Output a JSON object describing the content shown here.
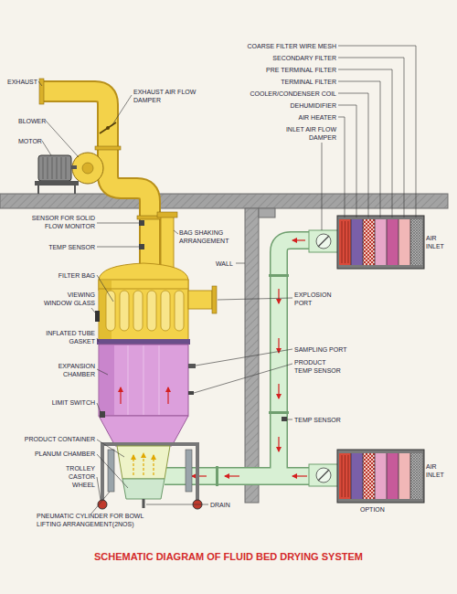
{
  "diagram": {
    "title": "SCHEMATIC DIAGRAM OF FLUID BED DRYING SYSTEM",
    "labels": [
      "COARSE FILTER WIRE MESH",
      "SECONDARY FILTER",
      "PRE TERMINAL FILTER",
      "TERMINAL FILTER",
      "COOLER/CONDENSER COIL",
      "DEHUMIDIFIER",
      "AIR HEATER",
      "INLET AIR FLOW DAMPER",
      "EXHAUST",
      "EXHAUST AIR FLOW DAMPER",
      "BLOWER",
      "MOTOR",
      "SENSOR FOR SOLID FLOW MONITOR",
      "AIR INLET",
      "BAG SHAKING ARRANGEMENT",
      "TEMP SENSOR",
      "WALL",
      "FILTER BAG",
      "VIEWING WINDOW GLASS",
      "EXPLOSION PORT",
      "INFLATED TUBE GASKET",
      "SAMPLING PORT",
      "EXPANSION CHAMBER",
      "PRODUCT TEMP SENSOR",
      "LIMIT SWITCH",
      "TEMP SENSOR",
      "PRODUCT CONTAINER",
      "PLANUM CHAMBER",
      "AIR INLET",
      "TROLLEY CASTOR WHEEL",
      "DRAIN",
      "OPTION",
      "PNEUMATIC CYLINDER FOR BOWL LIFTING ARRANGEMENT(2NOS)"
    ]
  }
}
